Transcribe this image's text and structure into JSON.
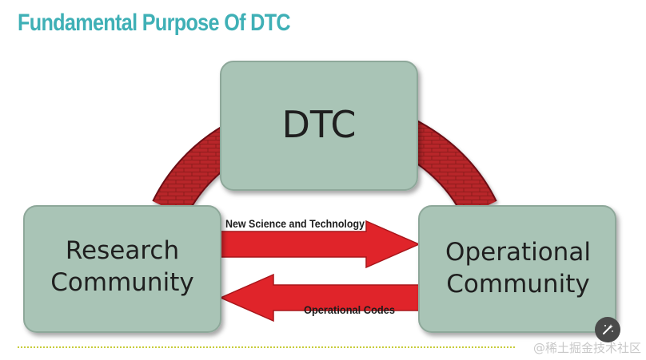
{
  "header": {
    "title": "Fundamental Purpose Of DTC"
  },
  "diagram": {
    "top_box": {
      "label": "DTC"
    },
    "left_box": {
      "line1": "Research",
      "line2": "Community"
    },
    "right_box": {
      "line1": "Operational",
      "line2": "Community"
    },
    "arrow_right": {
      "label": "New Science and Technology"
    },
    "arrow_left": {
      "label": "Operational Codes"
    }
  },
  "footer": {
    "watermark": "@稀土掘金技术社区"
  },
  "toolbar": {
    "magic_icon": "magic-wand-icon"
  },
  "colors": {
    "title": "#3fb0b6",
    "box_fill": "#a9c4b6",
    "arch_brick": "#b8262a",
    "arrow": "#e0242a",
    "footer_rule": "#c8cc3a"
  }
}
